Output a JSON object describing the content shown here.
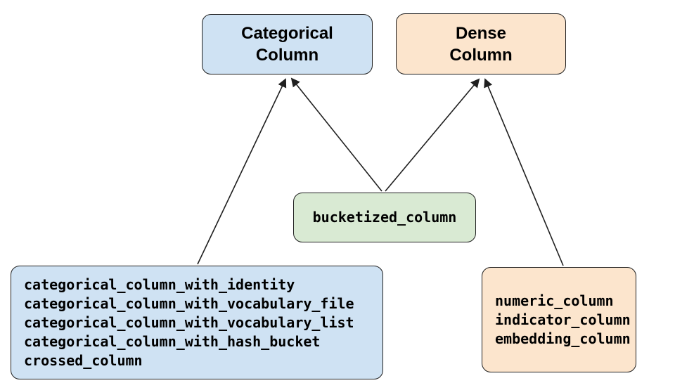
{
  "diagram": {
    "boxes": {
      "categorical_column": {
        "line1": "Categorical",
        "line2": "Column",
        "fill": "#cfe2f3"
      },
      "dense_column": {
        "line1": "Dense",
        "line2": "Column",
        "fill": "#fce5cd"
      },
      "bucketized_column": {
        "label": "bucketized_column",
        "fill": "#d9ead3"
      },
      "categorical_functions": {
        "fill": "#cfe2f3",
        "items": [
          "categorical_column_with_identity",
          "categorical_column_with_vocabulary_file",
          "categorical_column_with_vocabulary_list",
          "categorical_column_with_hash_bucket",
          "crossed_column"
        ]
      },
      "dense_functions": {
        "fill": "#fce5cd",
        "items": [
          "numeric_column",
          "indicator_column",
          "embedding_column"
        ]
      }
    },
    "edges": [
      {
        "from": "categorical_functions",
        "to": "categorical_column"
      },
      {
        "from": "bucketized_column",
        "to": "categorical_column"
      },
      {
        "from": "bucketized_column",
        "to": "dense_column"
      },
      {
        "from": "dense_functions",
        "to": "dense_column"
      }
    ],
    "colors": {
      "background": "#ffffff",
      "border": "#1f1f1f",
      "arrow": "#1f1f1f",
      "categorical_fill": "#cfe2f3",
      "dense_fill": "#fce5cd",
      "bucketized_fill": "#d9ead3"
    }
  }
}
